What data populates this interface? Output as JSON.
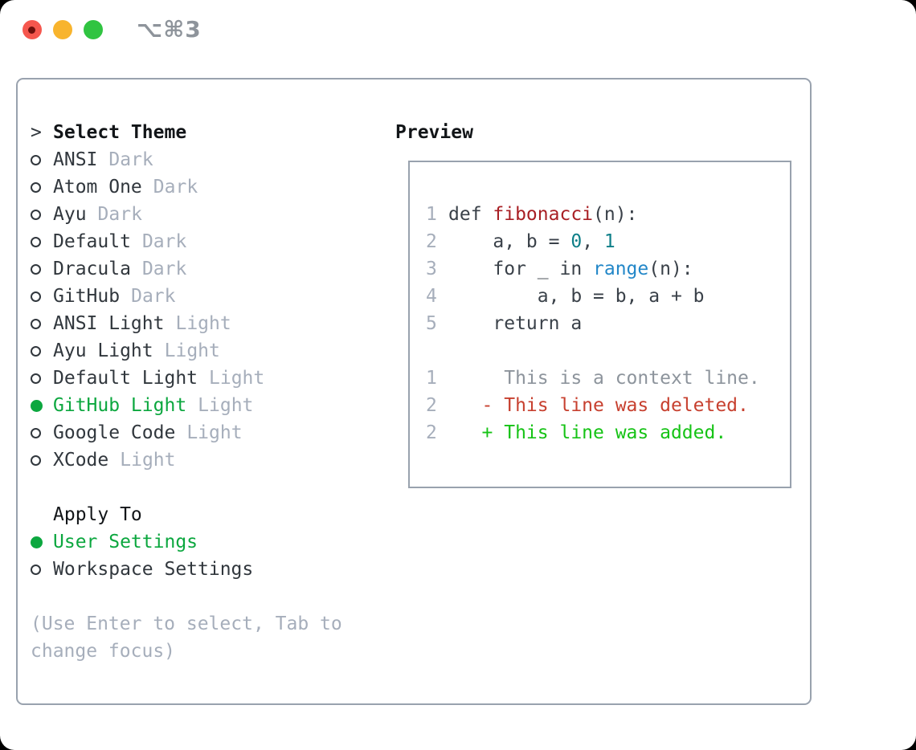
{
  "titlebar": {
    "shortcut": "⌥⌘3",
    "buttons": [
      "close",
      "minimize",
      "zoom"
    ]
  },
  "theme_picker": {
    "prompt": ">",
    "header": "Select Theme",
    "themes": [
      {
        "name": "ANSI",
        "tag": "Dark",
        "selected": false
      },
      {
        "name": "Atom One",
        "tag": "Dark",
        "selected": false
      },
      {
        "name": "Ayu",
        "tag": "Dark",
        "selected": false
      },
      {
        "name": "Default",
        "tag": "Dark",
        "selected": false
      },
      {
        "name": "Dracula",
        "tag": "Dark",
        "selected": false
      },
      {
        "name": "GitHub",
        "tag": "Dark",
        "selected": false
      },
      {
        "name": "ANSI Light",
        "tag": "Light",
        "selected": false
      },
      {
        "name": "Ayu Light",
        "tag": "Light",
        "selected": false
      },
      {
        "name": "Default Light",
        "tag": "Light",
        "selected": false
      },
      {
        "name": "GitHub Light",
        "tag": "Light",
        "selected": true
      },
      {
        "name": "Google Code",
        "tag": "Light",
        "selected": false
      },
      {
        "name": "XCode",
        "tag": "Light",
        "selected": false
      }
    ],
    "apply_to": {
      "header": "Apply To",
      "options": [
        {
          "label": "User Settings",
          "selected": true
        },
        {
          "label": "Workspace Settings",
          "selected": false
        }
      ]
    },
    "hint_lines": [
      "(Use Enter to select, Tab to",
      "change focus)"
    ]
  },
  "preview": {
    "title": "Preview",
    "lines": [
      {
        "num": "1",
        "segs": [
          {
            "t": "def ",
            "c": "plain"
          },
          {
            "t": "fibonacci",
            "c": "func"
          },
          {
            "t": "(n):",
            "c": "plain"
          }
        ]
      },
      {
        "num": "2",
        "segs": [
          {
            "t": "    a, b = ",
            "c": "plain"
          },
          {
            "t": "0",
            "c": "number"
          },
          {
            "t": ", ",
            "c": "plain"
          },
          {
            "t": "1",
            "c": "number"
          }
        ]
      },
      {
        "num": "3",
        "segs": [
          {
            "t": "    for _ in ",
            "c": "plain"
          },
          {
            "t": "range",
            "c": "call"
          },
          {
            "t": "(n):",
            "c": "plain"
          }
        ]
      },
      {
        "num": "4",
        "segs": [
          {
            "t": "        a, b = b, a + b",
            "c": "plain"
          }
        ]
      },
      {
        "num": "5",
        "segs": [
          {
            "t": "    return a",
            "c": "plain"
          }
        ]
      },
      {
        "num": "",
        "segs": []
      },
      {
        "num": "1",
        "segs": [
          {
            "t": "     This is a context line.",
            "c": "context"
          }
        ]
      },
      {
        "num": "2",
        "segs": [
          {
            "t": "   - This line was deleted.",
            "c": "deleted"
          }
        ]
      },
      {
        "num": "2",
        "segs": [
          {
            "t": "   + This line was added.",
            "c": "added"
          }
        ]
      }
    ]
  },
  "colors": {
    "accent_green": "#0ca73f",
    "diff_add": "#16c316",
    "diff_del": "#c7402f",
    "func_red": "#a81f24",
    "num_teal": "#0e7f88",
    "call_blue": "#2387c8",
    "code_plain": "#3a4149",
    "context_gray": "#8d949c",
    "muted_gray": "#a6aebb",
    "text_dark": "#31373d",
    "header_black": "#121518",
    "border_gray": "#99a2ae",
    "title_gray": "#8e949b",
    "traffic_red": "#f5574e",
    "traffic_yellow": "#f8b42d",
    "traffic_green": "#30c441"
  }
}
